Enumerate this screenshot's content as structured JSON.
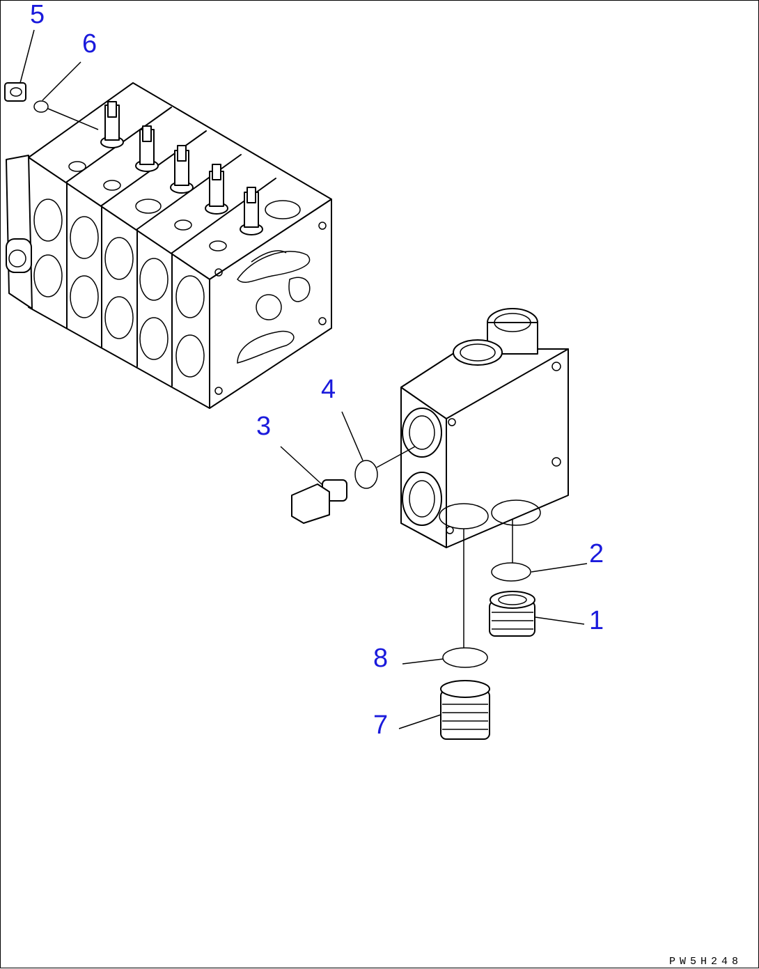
{
  "callouts": [
    {
      "id": "1",
      "label": "1"
    },
    {
      "id": "2",
      "label": "2"
    },
    {
      "id": "3",
      "label": "3"
    },
    {
      "id": "4",
      "label": "4"
    },
    {
      "id": "5",
      "label": "5"
    },
    {
      "id": "6",
      "label": "6"
    },
    {
      "id": "7",
      "label": "7"
    },
    {
      "id": "8",
      "label": "8"
    }
  ],
  "drawing_code": "PW5H248",
  "colors": {
    "callout": "#1a1adc",
    "line": "#000000",
    "background": "#ffffff"
  }
}
